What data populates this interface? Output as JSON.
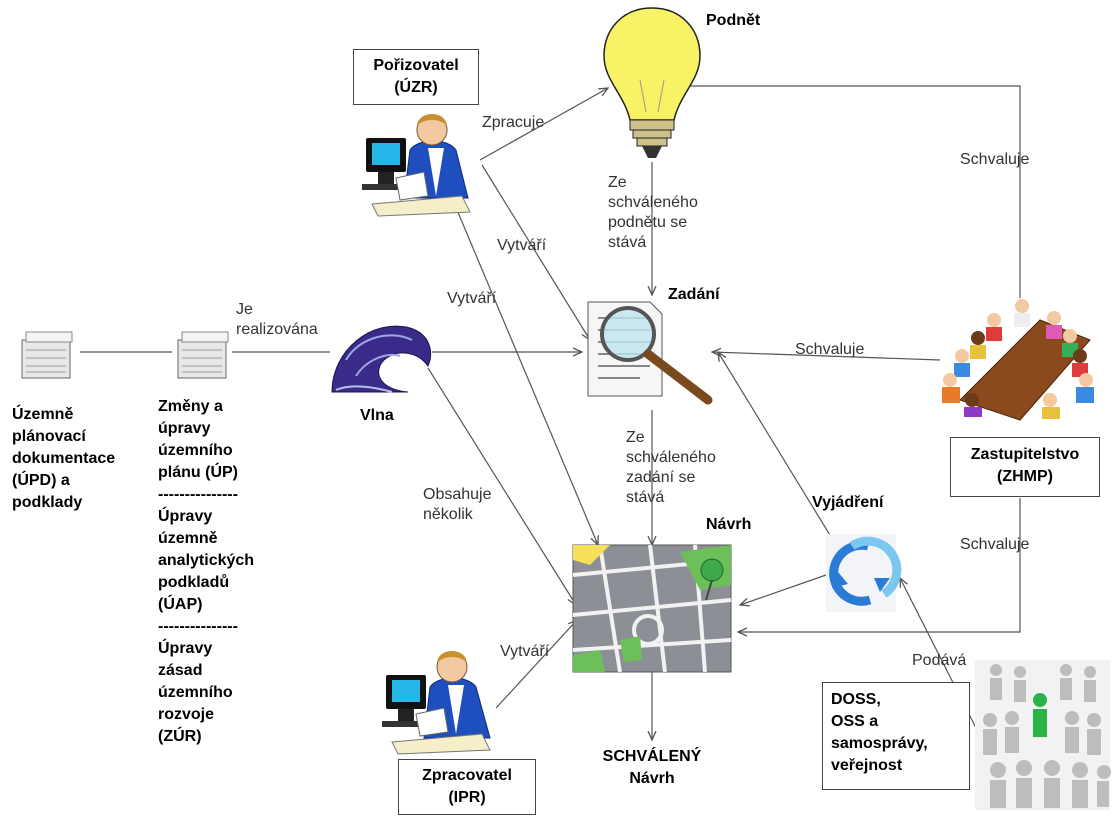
{
  "nodes": {
    "podnet": "Podnět",
    "porizovatel": "Pořizovatel\n(ÚZR)",
    "zadani": "Zadání",
    "vlna": "Vlna",
    "navrh": "Návrh",
    "vyjadreni": "Vyjádření",
    "zastupitelstvo": "Zastupitelstvo\n(ZHMP)",
    "zpracovatel": "Zpracovatel\n(IPR)",
    "schvaleny": "SCHVÁLENÝ\nNávrh",
    "doss": "DOSS,\nOSS a\nsamosprávy,\nveřejnost",
    "upd": "Územně\nplánovací\ndokumentace\n(ÚPD) a\npodklady",
    "zmeny": "Změny a\núpravy\núzemního\nplánu (ÚP)\n---------------\nÚpravy\núzemně\nanalytických\npodkladů\n(ÚAP)\n---------------\nÚpravy\nzásad\núzemního\nrozvoje\n(ZÚR)"
  },
  "edge_labels": {
    "zpracuje": "Zpracuje",
    "vytvari_1": "Vytváří",
    "vytvari_2": "Vytváří",
    "vytvari_3": "Vytváří",
    "ze_podnetu": "Ze\nschváleného\npodnětu se\nstává",
    "ze_zadani": "Ze\nschváleného\nzadání se\nstává",
    "je_realizovana": "Je\nrealizována",
    "obsahuje": "Obsahuje\nněkolik",
    "schvaluje_1": "Schvaluje",
    "schvaluje_2": "Schvaluje",
    "schvaluje_3": "Schvaluje",
    "podava": "Podává"
  },
  "icons": [
    "lightbulb-icon",
    "person-at-computer-icon",
    "document-magnifier-icon",
    "wave-icon",
    "city-map-icon",
    "cycle-arrows-icon",
    "meeting-table-icon",
    "crowd-icon",
    "stacked-papers-icon"
  ],
  "colors": {
    "line": "#555555",
    "bulb": "#f7f266",
    "cycle": "#2a7ad6",
    "map_green": "#6dbf5a",
    "wave": "#3a2a8a"
  }
}
